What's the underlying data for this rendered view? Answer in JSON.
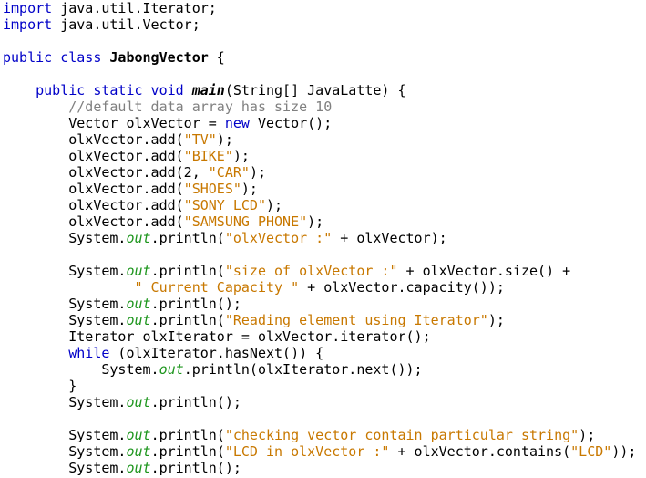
{
  "editor": {
    "language": "java",
    "colors": {
      "keyword": "#0000c8",
      "string": "#c87800",
      "comment": "#808080",
      "static_field": "#1e961e",
      "default": "#000000",
      "background": "#ffffff"
    },
    "lines": [
      [
        {
          "t": "kw",
          "v": "import"
        },
        {
          "t": "",
          "v": " java.util.Iterator;"
        }
      ],
      [
        {
          "t": "kw",
          "v": "import"
        },
        {
          "t": "",
          "v": " java.util.Vector;"
        }
      ],
      [],
      [
        {
          "t": "kw",
          "v": "public class"
        },
        {
          "t": "",
          "v": " "
        },
        {
          "t": "cls",
          "v": "JabongVector"
        },
        {
          "t": "",
          "v": " {"
        }
      ],
      [],
      [
        {
          "t": "",
          "v": "    "
        },
        {
          "t": "kw",
          "v": "public static void"
        },
        {
          "t": "",
          "v": " "
        },
        {
          "t": "mth",
          "v": "main"
        },
        {
          "t": "",
          "v": "(String[] JavaLatte) {"
        }
      ],
      [
        {
          "t": "",
          "v": "        "
        },
        {
          "t": "cmt",
          "v": "//default data array has size 10"
        }
      ],
      [
        {
          "t": "",
          "v": "        Vector olxVector = "
        },
        {
          "t": "kw",
          "v": "new"
        },
        {
          "t": "",
          "v": " Vector();"
        }
      ],
      [
        {
          "t": "",
          "v": "        olxVector.add("
        },
        {
          "t": "str",
          "v": "\"TV\""
        },
        {
          "t": "",
          "v": ");"
        }
      ],
      [
        {
          "t": "",
          "v": "        olxVector.add("
        },
        {
          "t": "str",
          "v": "\"BIKE\""
        },
        {
          "t": "",
          "v": ");"
        }
      ],
      [
        {
          "t": "",
          "v": "        olxVector.add(2, "
        },
        {
          "t": "str",
          "v": "\"CAR\""
        },
        {
          "t": "",
          "v": ");"
        }
      ],
      [
        {
          "t": "",
          "v": "        olxVector.add("
        },
        {
          "t": "str",
          "v": "\"SHOES\""
        },
        {
          "t": "",
          "v": ");"
        }
      ],
      [
        {
          "t": "",
          "v": "        olxVector.add("
        },
        {
          "t": "str",
          "v": "\"SONY LCD\""
        },
        {
          "t": "",
          "v": ");"
        }
      ],
      [
        {
          "t": "",
          "v": "        olxVector.add("
        },
        {
          "t": "str",
          "v": "\"SAMSUNG PHONE\""
        },
        {
          "t": "",
          "v": ");"
        }
      ],
      [
        {
          "t": "",
          "v": "        System."
        },
        {
          "t": "fld",
          "v": "out"
        },
        {
          "t": "",
          "v": ".println("
        },
        {
          "t": "str",
          "v": "\"olxVector :\""
        },
        {
          "t": "",
          "v": " + olxVector);"
        }
      ],
      [],
      [
        {
          "t": "",
          "v": "        System."
        },
        {
          "t": "fld",
          "v": "out"
        },
        {
          "t": "",
          "v": ".println("
        },
        {
          "t": "str",
          "v": "\"size of olxVector :\""
        },
        {
          "t": "",
          "v": " + olxVector.size() +"
        }
      ],
      [
        {
          "t": "",
          "v": "                "
        },
        {
          "t": "str",
          "v": "\" Current Capacity \""
        },
        {
          "t": "",
          "v": " + olxVector.capacity());"
        }
      ],
      [
        {
          "t": "",
          "v": "        System."
        },
        {
          "t": "fld",
          "v": "out"
        },
        {
          "t": "",
          "v": ".println();"
        }
      ],
      [
        {
          "t": "",
          "v": "        System."
        },
        {
          "t": "fld",
          "v": "out"
        },
        {
          "t": "",
          "v": ".println("
        },
        {
          "t": "str",
          "v": "\"Reading element using Iterator\""
        },
        {
          "t": "",
          "v": ");"
        }
      ],
      [
        {
          "t": "",
          "v": "        Iterator olxIterator = olxVector.iterator();"
        }
      ],
      [
        {
          "t": "",
          "v": "        "
        },
        {
          "t": "kw",
          "v": "while"
        },
        {
          "t": "",
          "v": " (olxIterator.hasNext()) {"
        }
      ],
      [
        {
          "t": "",
          "v": "            System."
        },
        {
          "t": "fld",
          "v": "out"
        },
        {
          "t": "",
          "v": ".println(olxIterator.next());"
        }
      ],
      [
        {
          "t": "",
          "v": "        }"
        }
      ],
      [
        {
          "t": "",
          "v": "        System."
        },
        {
          "t": "fld",
          "v": "out"
        },
        {
          "t": "",
          "v": ".println();"
        }
      ],
      [],
      [
        {
          "t": "",
          "v": "        System."
        },
        {
          "t": "fld",
          "v": "out"
        },
        {
          "t": "",
          "v": ".println("
        },
        {
          "t": "str",
          "v": "\"checking vector contain particular string\""
        },
        {
          "t": "",
          "v": ");"
        }
      ],
      [
        {
          "t": "",
          "v": "        System."
        },
        {
          "t": "fld",
          "v": "out"
        },
        {
          "t": "",
          "v": ".println("
        },
        {
          "t": "str",
          "v": "\"LCD in olxVector :\""
        },
        {
          "t": "",
          "v": " + olxVector.contains("
        },
        {
          "t": "str",
          "v": "\"LCD\""
        },
        {
          "t": "",
          "v": "));"
        }
      ],
      [
        {
          "t": "",
          "v": "        System."
        },
        {
          "t": "fld",
          "v": "out"
        },
        {
          "t": "",
          "v": ".println();"
        }
      ]
    ]
  }
}
